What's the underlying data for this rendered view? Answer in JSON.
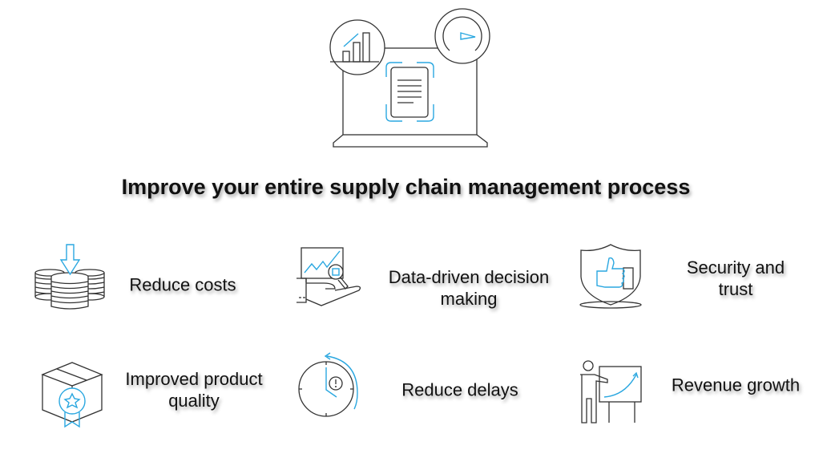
{
  "title": "Improve your entire supply chain management process",
  "benefits": [
    {
      "lines": [
        "Reduce costs"
      ],
      "icon": "coins-down-arrow-icon"
    },
    {
      "lines": [
        "Data-driven decision",
        "making"
      ],
      "icon": "chart-hand-magnifier-icon"
    },
    {
      "lines": [
        "Security and",
        "trust"
      ],
      "icon": "shield-thumbs-up-icon"
    },
    {
      "lines": [
        "Improved product",
        "quality"
      ],
      "icon": "box-star-badge-icon"
    },
    {
      "lines": [
        "Reduce delays"
      ],
      "icon": "clock-alert-icon"
    },
    {
      "lines": [
        "Revenue growth"
      ],
      "icon": "presenter-growth-chart-icon"
    }
  ],
  "colors": {
    "accent": "#2aa7e0",
    "line": "#333333"
  }
}
